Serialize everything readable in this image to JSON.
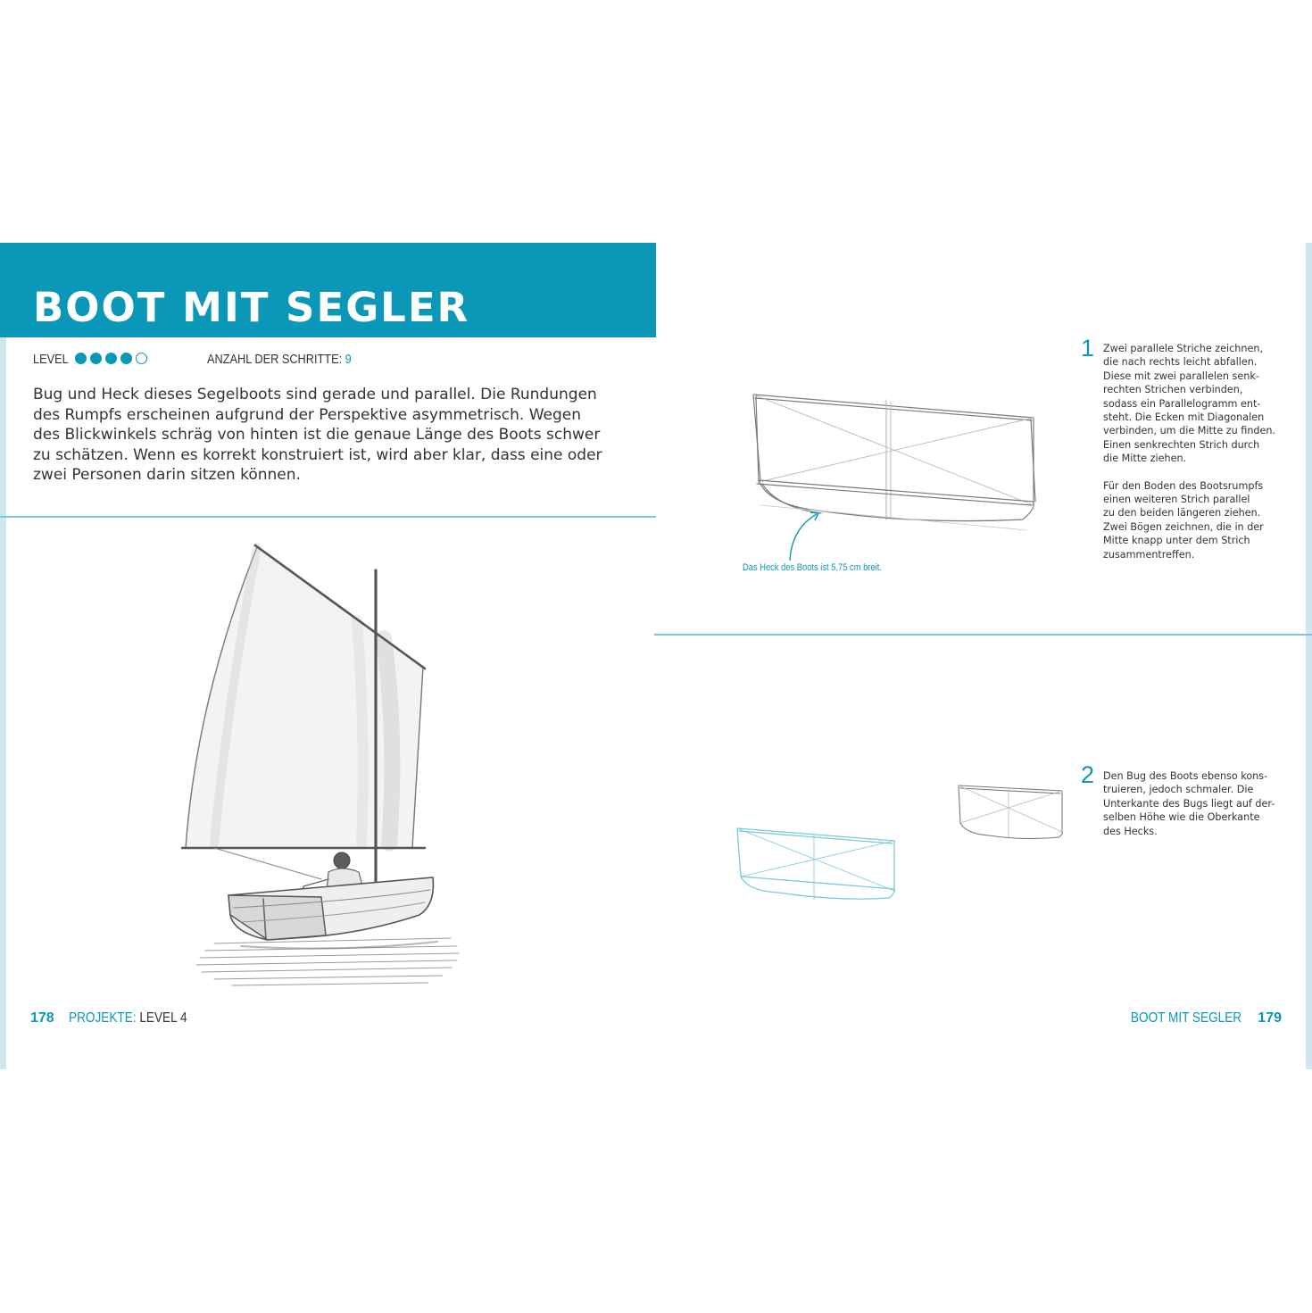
{
  "left_page": {
    "title": "BOOT MIT SEGLER",
    "level_label": "LEVEL",
    "level": {
      "filled": 4,
      "total": 5
    },
    "steps_label": "ANZAHL DER SCHRITTE:",
    "steps_value": "9",
    "intro_lines": [
      "Bug und Heck dieses Segelboots sind gerade und parallel. Die Rundungen",
      "des Rumpfs erscheinen aufgrund der Perspektive asymmetrisch. Wegen",
      "des Blickwinkels schräg von hinten ist die genaue Länge des Boots schwer",
      "zu schätzen. Wenn es korrekt konstruiert ist, wird aber klar, dass eine oder",
      "zwei Personen darin sitzen können."
    ],
    "page_number": "178",
    "running_head_prefix": "PROJEKTE:",
    "running_head_suffix": "LEVEL 4"
  },
  "right_page": {
    "step1": {
      "number": "1",
      "caption": "Das Heck des Boots ist 5,75 cm breit.",
      "para1_lines": [
        "Zwei parallele Striche zeichnen,",
        "die nach rechts leicht abfallen.",
        "Diese mit zwei parallelen senk-",
        "rechten Strichen verbinden,",
        "sodass ein Parallelogramm ent-",
        "steht. Die Ecken mit Diagonalen",
        "verbinden, um die Mitte zu finden.",
        "Einen senkrechten Strich durch",
        "die Mitte ziehen."
      ],
      "para2_lines": [
        "Für den Boden des Bootsrumpfs",
        "einen weiteren Strich parallel",
        "zu den beiden längeren ziehen.",
        "Zwei Bögen zeichnen, die in der",
        "Mitte knapp unter dem Strich",
        "zusammentreffen."
      ]
    },
    "step2": {
      "number": "2",
      "para_lines": [
        "Den Bug des Boots ebenso kons-",
        "truieren, jedoch schmaler. Die",
        "Unterkante des Bugs liegt auf der-",
        "selben Höhe wie die Oberkante",
        "des Hecks."
      ]
    },
    "running_head": "BOOT MIT SEGLER",
    "page_number": "179"
  },
  "colors": {
    "accent": "#0a97b8",
    "rule": "#7cc6d8",
    "edge": "#cfe6ee",
    "text": "#333333",
    "pencil": "#6d6d6d",
    "sketch_blue": "#7cc8dc"
  }
}
